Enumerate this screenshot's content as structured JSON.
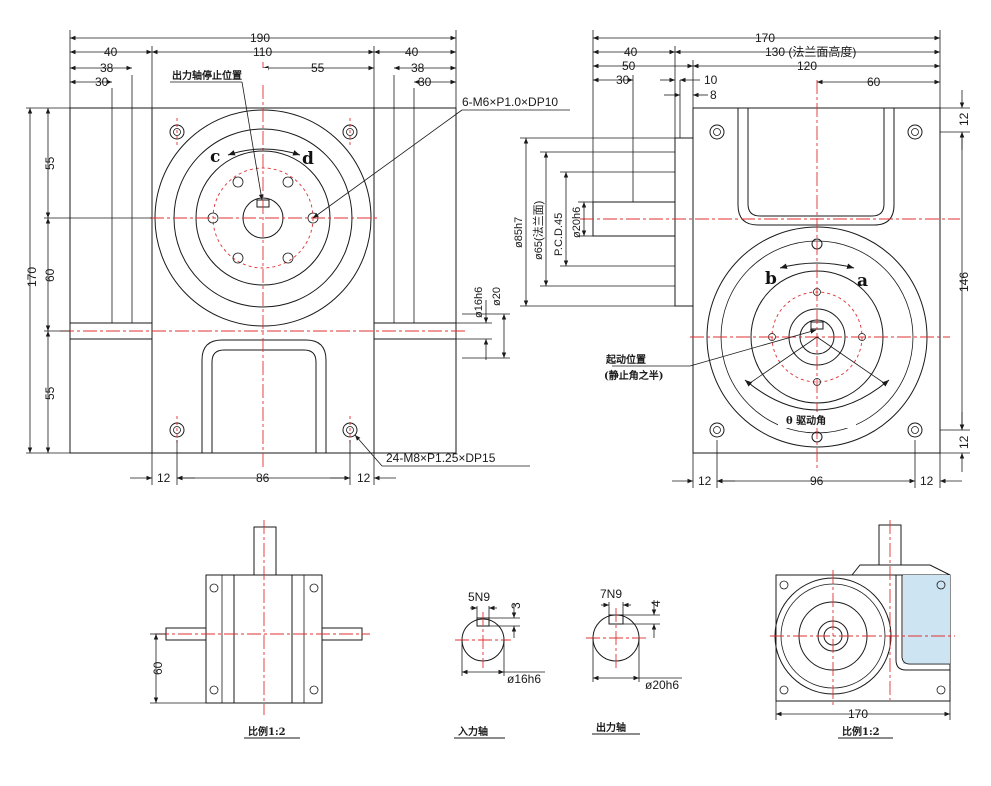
{
  "colors": {
    "body_blue": "#cde4f3",
    "body_grey": "#e6e6e6",
    "ring_grey": "#b9b9b9",
    "center_line": "#e03030",
    "line": "#1a1a1a"
  },
  "left_view": {
    "dim_190": "190",
    "dim_110": "110",
    "dim_40_left": "40",
    "dim_40_right": "40",
    "dim_38_left": "38",
    "dim_38_right": "38",
    "dim_30_left": "30",
    "dim_30_right": "30",
    "dim_55_top": "55",
    "dim_170": "170",
    "dim_55_left": "55",
    "dim_60": "60",
    "dim_55_bottom": "55",
    "dim_16h6": "ø16h6",
    "dim_20": "ø20",
    "dim_12_left": "12",
    "dim_86": "86",
    "dim_12_right": "12",
    "note_output_stop": "出力轴停止位置",
    "label_c": "c",
    "label_d": "d",
    "callout_m6": "6-M6×P1.0×DP10",
    "callout_m8": "24-M8×P1.25×DP15"
  },
  "right_view": {
    "dim_170": "170",
    "dim_130": "130 (法兰面高度)",
    "dim_120": "120",
    "dim_40": "40",
    "dim_50": "50",
    "dim_30": "30",
    "dim_10": "10",
    "dim_8": "8",
    "dim_60": "60",
    "dim_12_top": "12",
    "dim_146": "146",
    "dim_12_bottom": "12",
    "dim_85h7": "ø85h7",
    "dim_65": "ø65(法兰面)",
    "dim_pcd": "P.C.D.45",
    "dim_20h6": "ø20h6",
    "label_a": "a",
    "label_b": "b",
    "note_start": "起动位置",
    "note_start2": "(静止角之半)",
    "note_drive_angle": "θ 驱动角",
    "dim_12_bl": "12",
    "dim_96": "96",
    "dim_12_br": "12"
  },
  "bottom": {
    "dim_60": "60",
    "scale_left": "比例1:2",
    "dim_5n9": "5N9",
    "dim_3": "3",
    "dim_16h6": "ø16h6",
    "input_shaft": "入力轴",
    "dim_7n9": "7N9",
    "dim_4": "4",
    "dim_20h6": "ø20h6",
    "output_shaft": "出力轴",
    "dim_170": "170",
    "scale_right": "比例1:2"
  }
}
